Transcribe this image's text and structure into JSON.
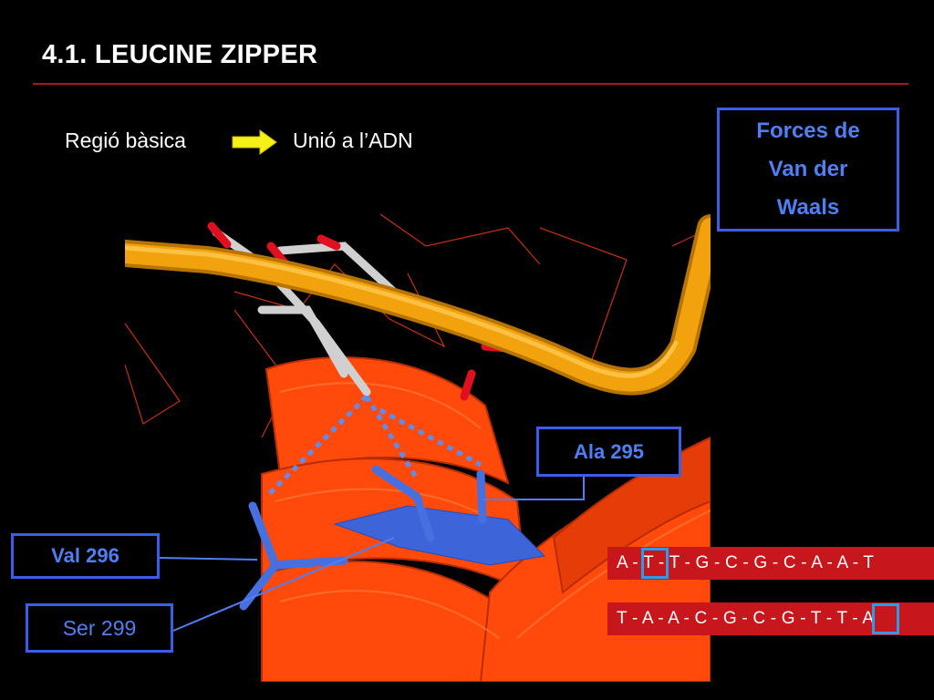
{
  "slide": {
    "title": "4.1. LEUCINE ZIPPER",
    "region_label": "Regió bàsica",
    "union_label": "Unió a l’ADN",
    "vdw_lines": [
      "Forces de",
      "Van der",
      "Waals"
    ],
    "callouts": {
      "ala": "Ala 295",
      "val": "Val 296",
      "ser": "Ser 299"
    },
    "dna": {
      "top_sequence": "A - T - T - G - C - G - C - A - A - T",
      "bottom_sequence": "T - A - A - C - G - C - G - T - T - A"
    }
  },
  "colors": {
    "title_rule": "#b0141b",
    "accent_blue": "#3b5ee8",
    "callout_text": "#4f7ff2",
    "arrow_yellow": "#f7ef18",
    "dna_red": "#c8161d",
    "highlight_box": "#2a9ce8",
    "helix_orange": "#ff4a0c",
    "backbone_gold": "#f2a20c"
  },
  "icons": [
    "right-arrow-icon"
  ]
}
